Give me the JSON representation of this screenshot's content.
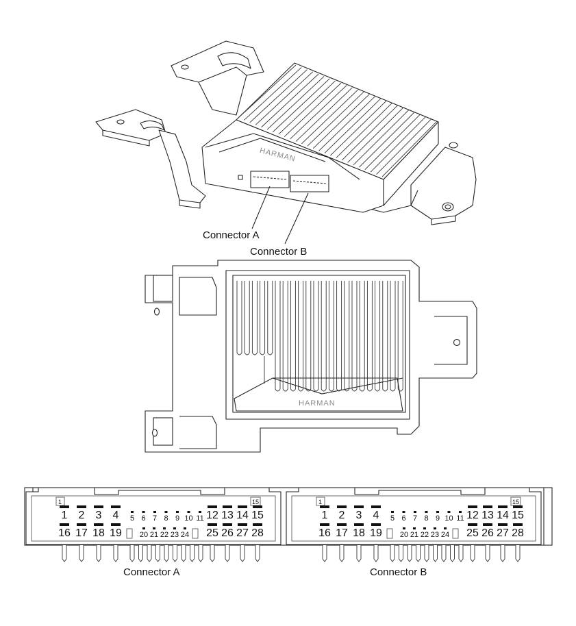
{
  "brand": "HARMAN",
  "callouts": {
    "top_a": "Connector A",
    "top_b": "Connector B"
  },
  "connectors": [
    {
      "label": "Connector A",
      "top_row_large_left": [
        "1",
        "2",
        "3",
        "4"
      ],
      "top_row_small": [
        "5",
        "6",
        "7",
        "8",
        "9",
        "10",
        "11"
      ],
      "top_row_large_right": [
        "12",
        "13",
        "14",
        "15"
      ],
      "bottom_row_large_left": [
        "16",
        "17",
        "18",
        "19"
      ],
      "bottom_row_small": [
        "20",
        "21",
        "22",
        "23",
        "24"
      ],
      "bottom_row_large_right": [
        "25",
        "26",
        "27",
        "28"
      ],
      "corner_left_mark": "1",
      "corner_right_mark": "15"
    },
    {
      "label": "Connector B",
      "top_row_large_left": [
        "1",
        "2",
        "3",
        "4"
      ],
      "top_row_small": [
        "5",
        "6",
        "7",
        "8",
        "9",
        "10",
        "11"
      ],
      "top_row_large_right": [
        "12",
        "13",
        "14",
        "15"
      ],
      "bottom_row_large_left": [
        "16",
        "17",
        "18",
        "19"
      ],
      "bottom_row_small": [
        "20",
        "21",
        "22",
        "23",
        "24"
      ],
      "bottom_row_large_right": [
        "25",
        "26",
        "27",
        "28"
      ],
      "corner_left_mark": "1",
      "corner_right_mark": "15"
    }
  ]
}
